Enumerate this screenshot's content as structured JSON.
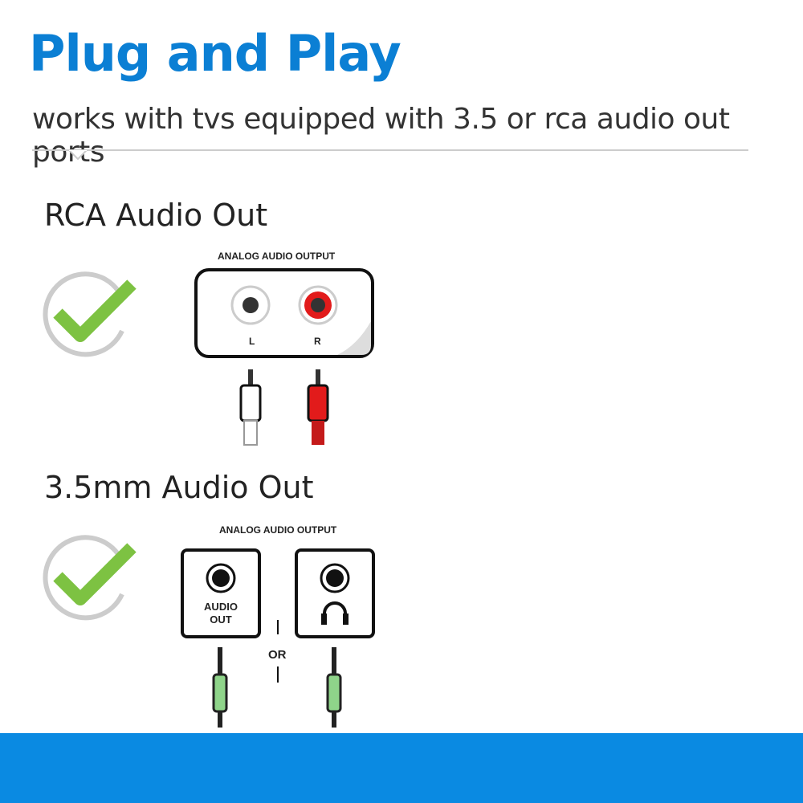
{
  "header": {
    "title": "Plug and Play",
    "subtitle": "works with tvs equipped with 3.5 or rca audio out ports"
  },
  "rca": {
    "heading": "RCA Audio Out",
    "panel_label": "ANALOG AUDIO OUTPUT",
    "left": "L",
    "right": "R"
  },
  "mm35": {
    "heading": "3.5mm Audio Out",
    "panel_label": "ANALOG AUDIO OUTPUT",
    "port_label_1": "AUDIO",
    "port_label_2": "OUT",
    "or": "OR"
  },
  "colors": {
    "brand": "#0b7fd4",
    "check": "#7dc242",
    "red": "#e21b1b",
    "plug_green": "#8fd48a"
  }
}
